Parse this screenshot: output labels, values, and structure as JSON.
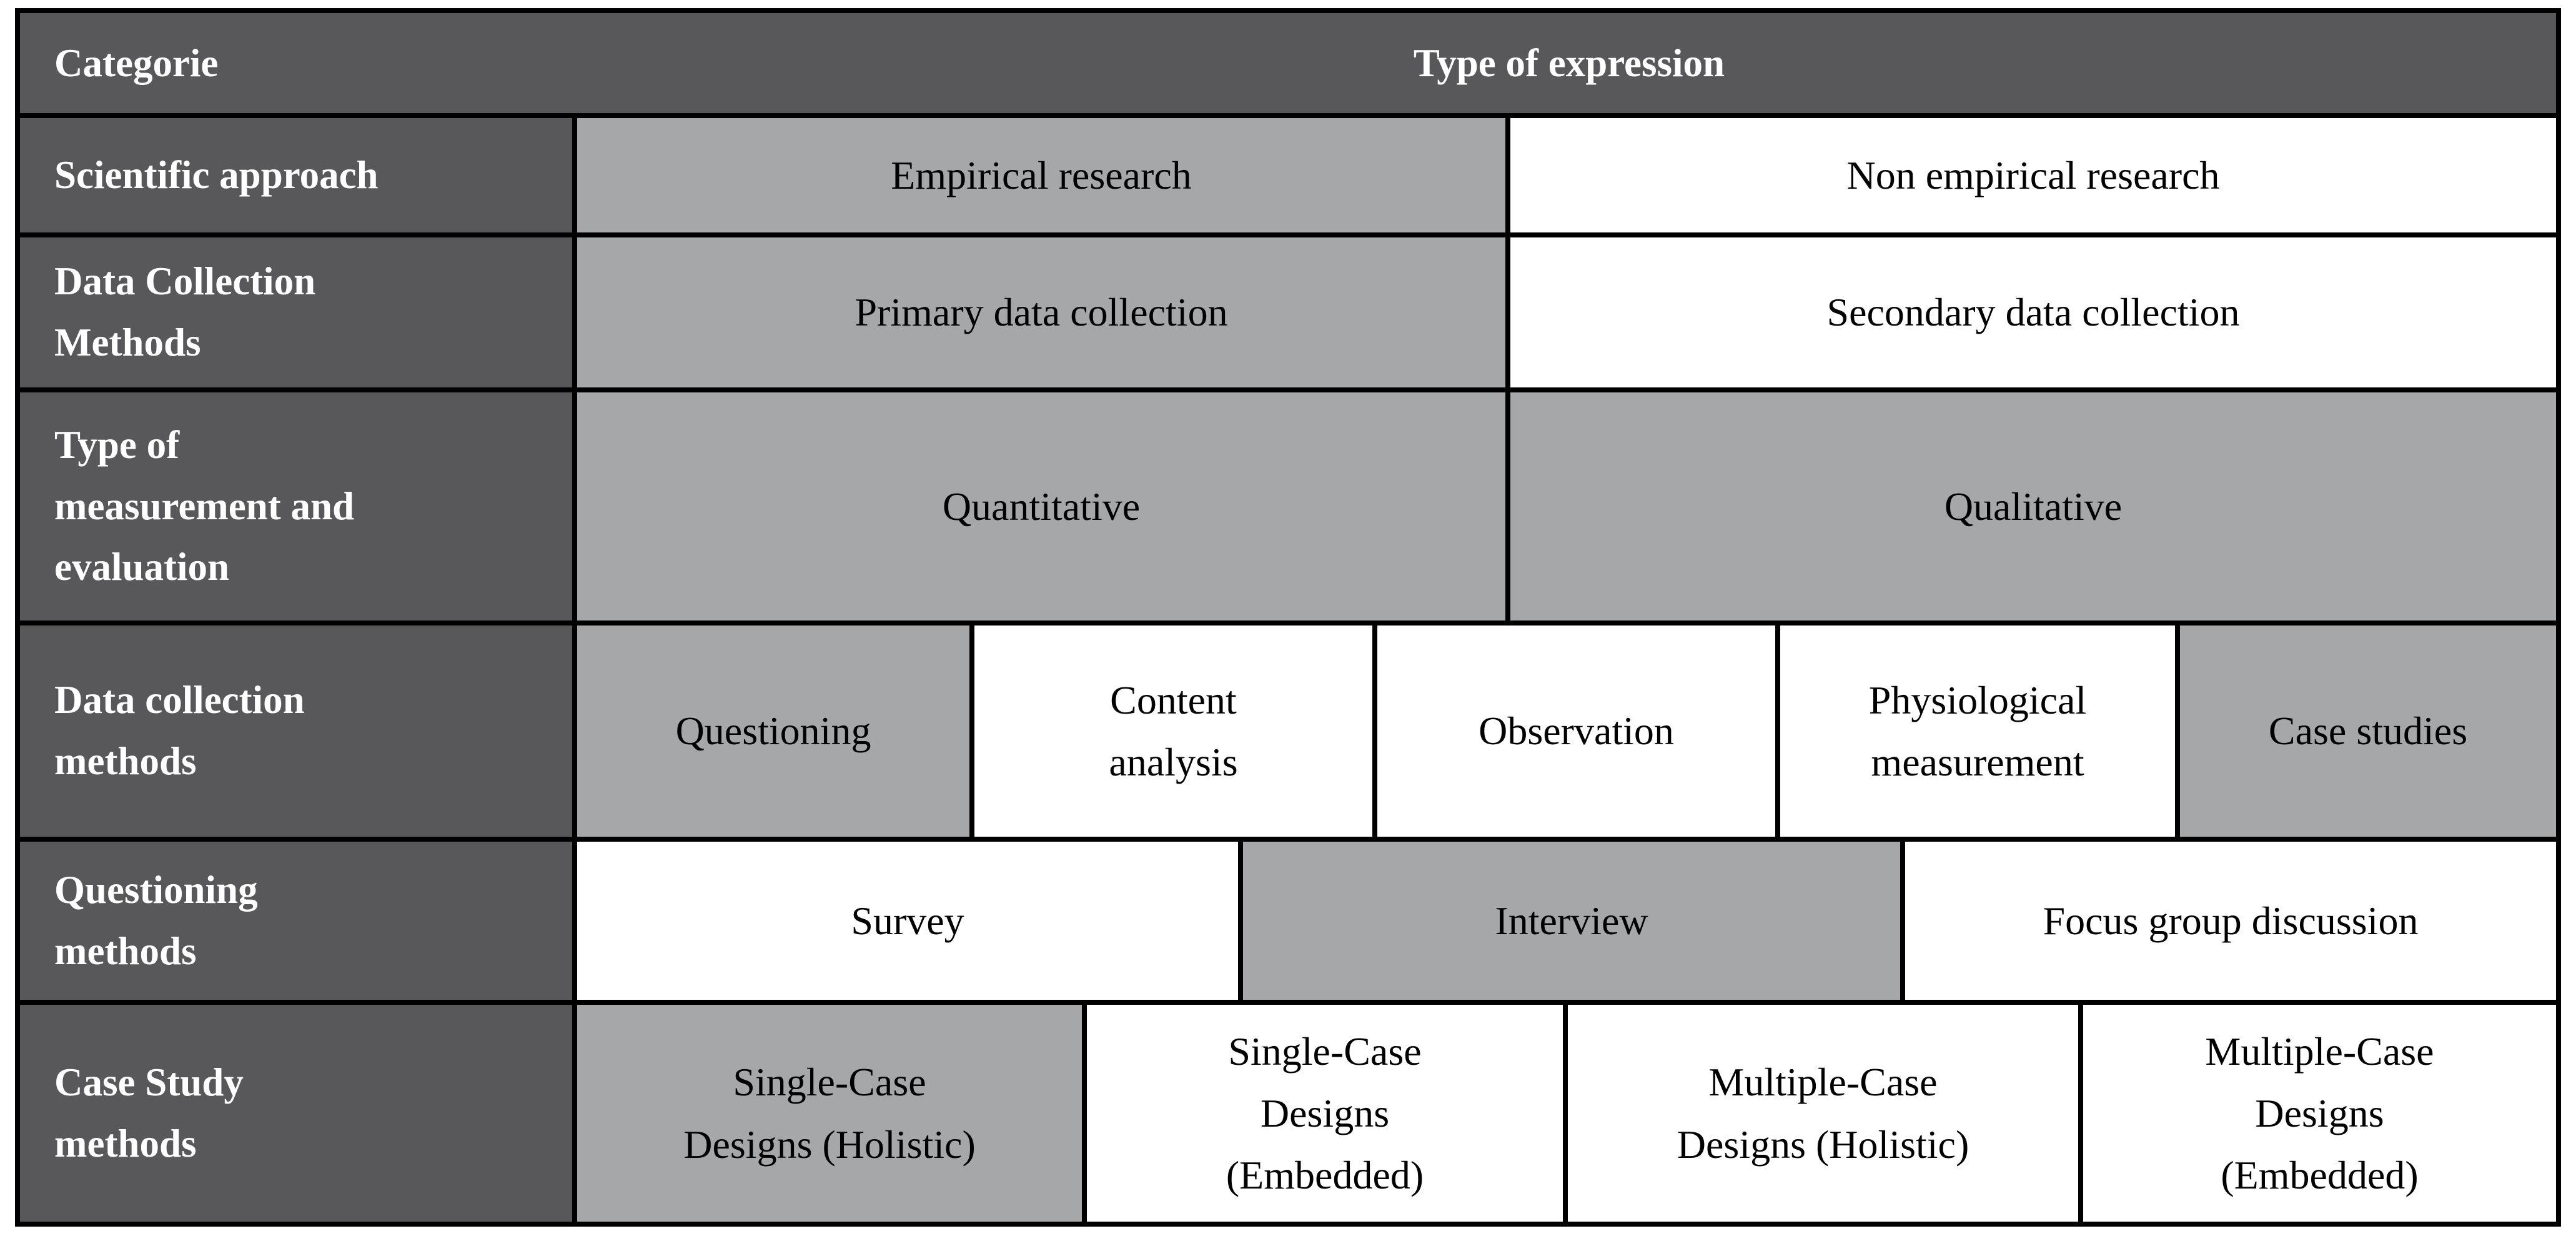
{
  "title_row": {
    "category": "Categorie",
    "expression": "Type of expression"
  },
  "colors": {
    "header_bg": "#58585a",
    "label_bg": "#58585a",
    "shaded_cell": "#a6a7a9",
    "plain_cell": "#ffffff",
    "border": "#000000",
    "label_text": "#ffffff",
    "cell_text": "#000000"
  },
  "rows": [
    {
      "label": "Scientific approach",
      "cells": [
        {
          "text": "Empirical research",
          "shade": "gray"
        },
        {
          "text": "Non empirical research",
          "shade": "white"
        }
      ]
    },
    {
      "label": "Data Collection\nMethods",
      "cells": [
        {
          "text": "Primary data collection",
          "shade": "gray"
        },
        {
          "text": "Secondary data collection",
          "shade": "white"
        }
      ]
    },
    {
      "label": "Type of\nmeasurement and\nevaluation",
      "cells": [
        {
          "text": "Quantitative",
          "shade": "gray"
        },
        {
          "text": "Qualitative",
          "shade": "gray"
        }
      ]
    },
    {
      "label": "Data collection\nmethods",
      "cells": [
        {
          "text": "Questioning",
          "shade": "gray"
        },
        {
          "text": "Content\nanalysis",
          "shade": "white"
        },
        {
          "text": "Observation",
          "shade": "white"
        },
        {
          "text": "Physiological\nmeasurement",
          "shade": "white"
        },
        {
          "text": "Case studies",
          "shade": "gray"
        }
      ]
    },
    {
      "label": "Questioning\nmethods",
      "cells": [
        {
          "text": "Survey",
          "shade": "white"
        },
        {
          "text": "Interview",
          "shade": "gray"
        },
        {
          "text": "Focus group discussion",
          "shade": "white"
        }
      ]
    },
    {
      "label": "Case Study\nmethods",
      "cells": [
        {
          "text": "Single-Case\nDesigns (Holistic)",
          "shade": "gray"
        },
        {
          "text": "Single-Case\nDesigns\n(Embedded)",
          "shade": "white"
        },
        {
          "text": "Multiple-Case\nDesigns (Holistic)",
          "shade": "white"
        },
        {
          "text": "Multiple-Case\nDesigns\n(Embedded)",
          "shade": "white"
        }
      ]
    }
  ]
}
